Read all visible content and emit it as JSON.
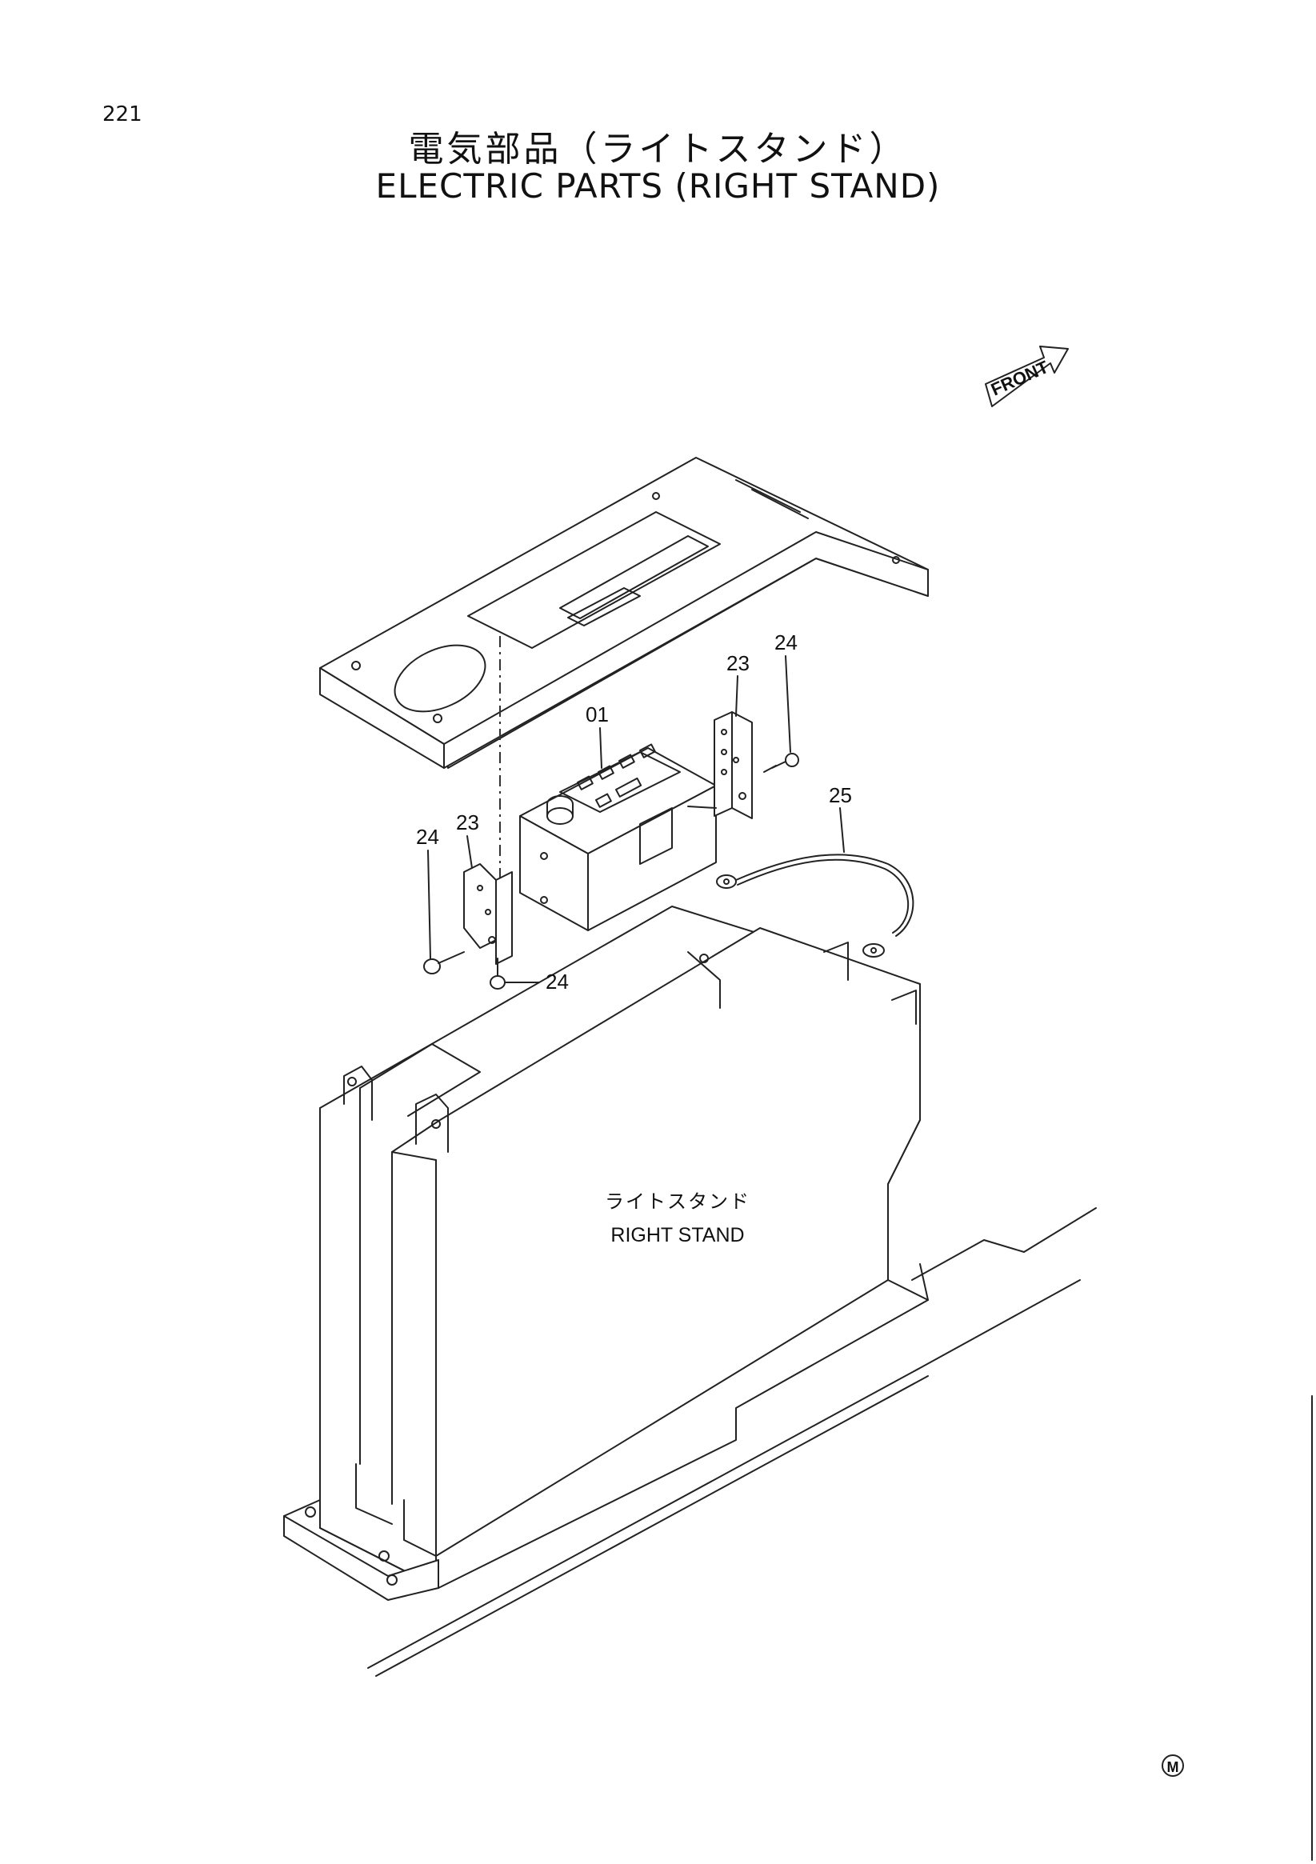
{
  "page": {
    "number": "221"
  },
  "title": {
    "japanese": "電気部品（ライトスタンド）",
    "english": "ELECTRIC PARTS (RIGHT STAND)"
  },
  "direction_badge": {
    "label": "FRONT"
  },
  "stand_label": {
    "japanese": "ライトスタンド",
    "english": "RIGHT STAND"
  },
  "callouts": {
    "part_01": "01",
    "part_23_right": "23",
    "part_24_right": "24",
    "part_25": "25",
    "part_23_left": "23",
    "part_24_left": "24",
    "part_24_bottom": "24"
  },
  "marker": {
    "symbol": "M"
  }
}
